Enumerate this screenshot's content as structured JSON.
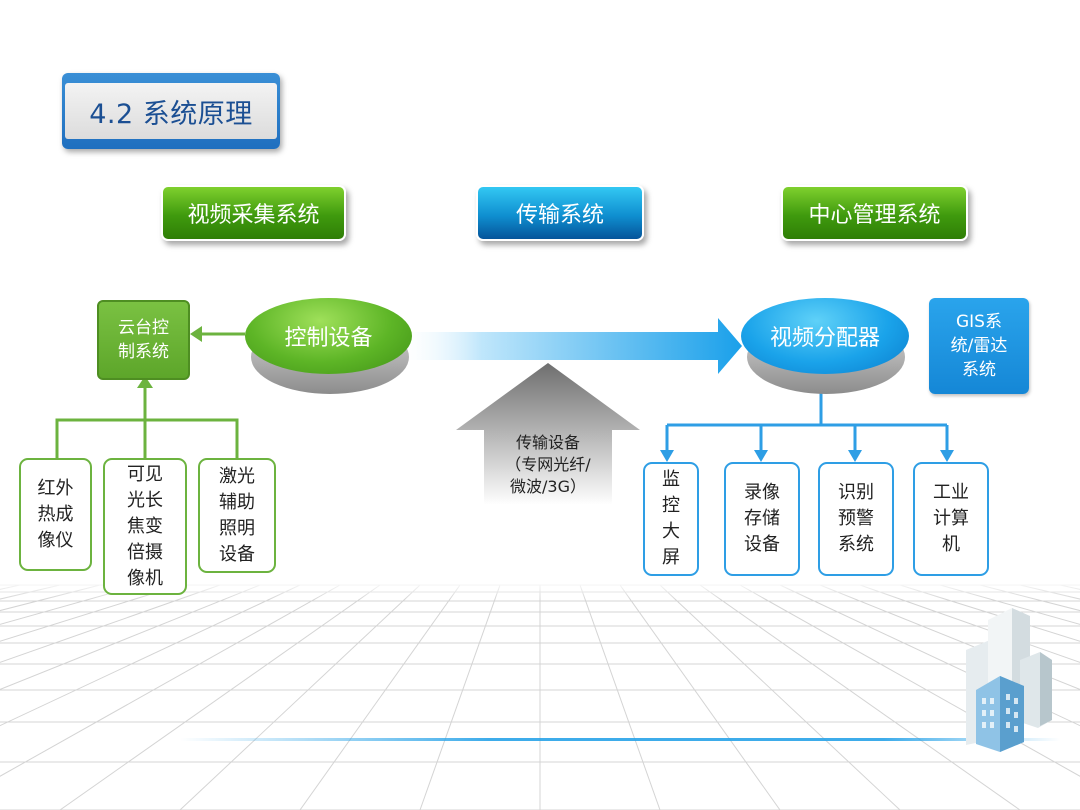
{
  "title": "4.2 系统原理",
  "categories": {
    "capture": "视频采集系统",
    "transmission": "传输系统",
    "management": "中心管理系统"
  },
  "nodes": {
    "control_device": "控制设备",
    "video_distributor": "视频分配器",
    "ptz_control": "云台控\n制系统",
    "gis_radar": "GIS系\n统/雷达\n系统",
    "transmission_device": "传输设备\n（专网光纤/\n微波/3G）"
  },
  "capture_devices": [
    "红外\n热成\n像仪",
    "可见\n光长\n焦变\n倍摄\n像机",
    "激光\n辅助\n照明\n设备"
  ],
  "center_devices": [
    "监\n控\n大\n屏",
    "录像\n存储\n设备",
    "识别\n预警\n系统",
    "工业\n计算\n机"
  ],
  "colors": {
    "green_accent": "#5da62a",
    "blue_accent": "#1587d6",
    "title_text": "#1b4f93"
  }
}
